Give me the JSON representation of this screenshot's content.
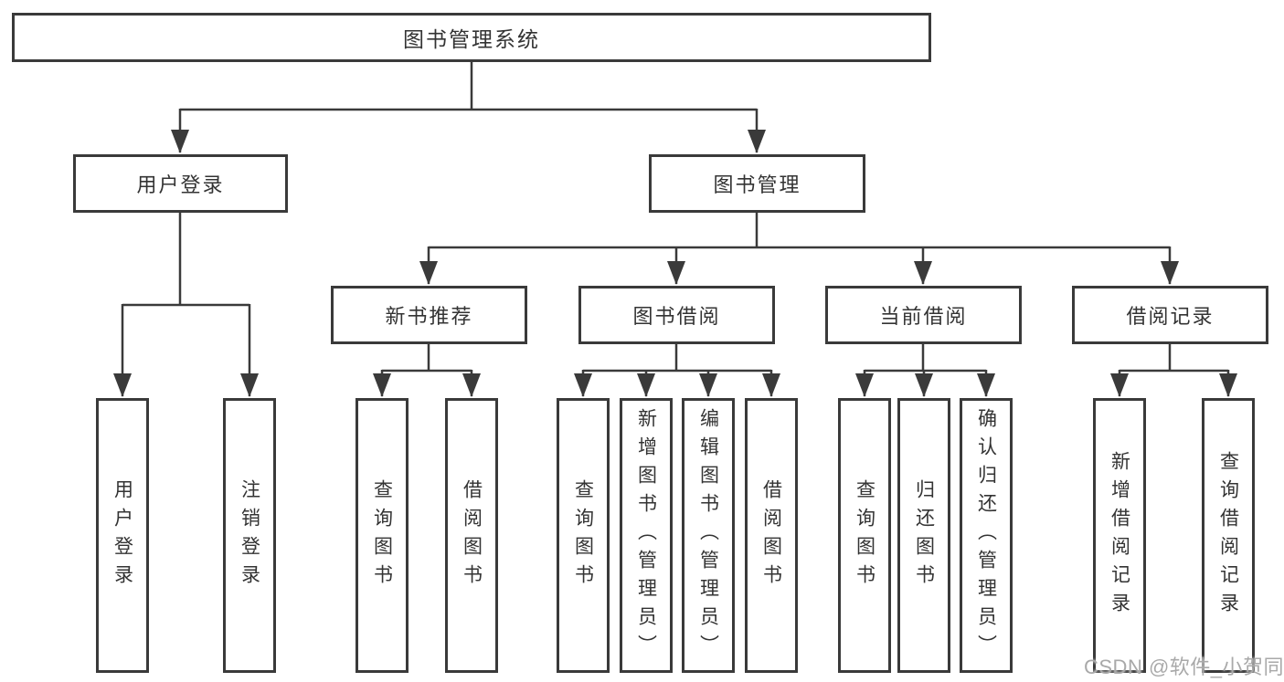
{
  "tree": {
    "label": "图书管理系统",
    "children": [
      {
        "label": "用户登录",
        "children": [
          {
            "label": "用户登录"
          },
          {
            "label": "注销登录"
          }
        ]
      },
      {
        "label": "图书管理",
        "children": [
          {
            "label": "新书推荐",
            "children": [
              {
                "label": "查询图书"
              },
              {
                "label": "借阅图书"
              }
            ]
          },
          {
            "label": "图书借阅",
            "children": [
              {
                "label": "查询图书"
              },
              {
                "label": "新增图书（管理员）"
              },
              {
                "label": "编辑图书（管理员）"
              },
              {
                "label": "借阅图书"
              }
            ]
          },
          {
            "label": "当前借阅",
            "children": [
              {
                "label": "查询图书"
              },
              {
                "label": "归还图书"
              },
              {
                "label": "确认归还（管理员）"
              }
            ]
          },
          {
            "label": "借阅记录",
            "children": [
              {
                "label": "新增借阅记录"
              },
              {
                "label": "查询借阅记录"
              }
            ]
          }
        ]
      }
    ]
  },
  "watermark": "CSDN @软件_小贺同学"
}
